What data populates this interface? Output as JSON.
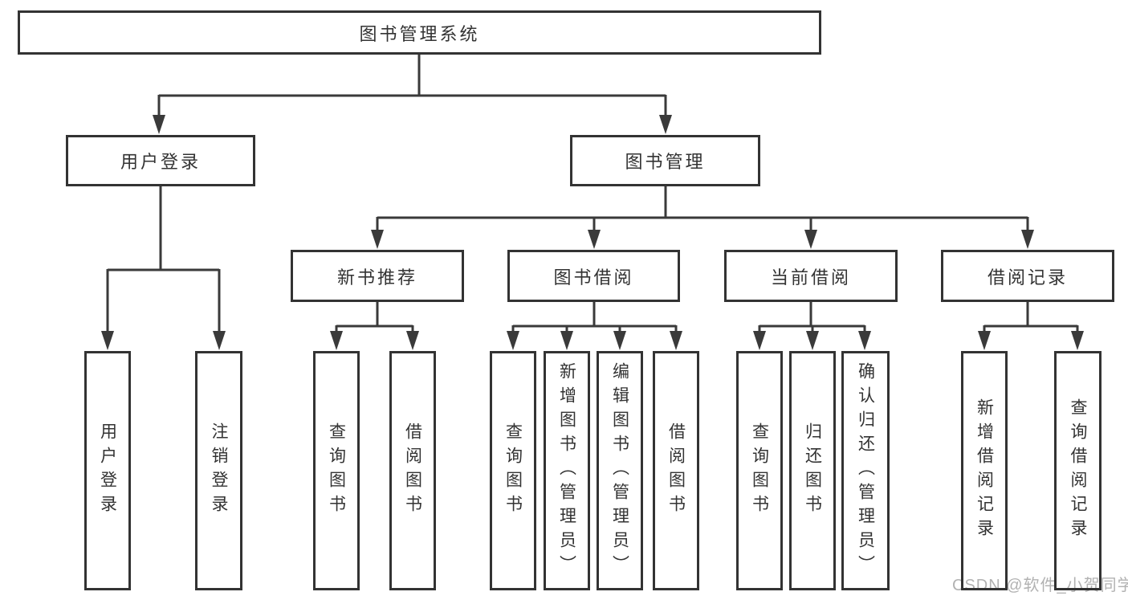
{
  "diagram": {
    "root": {
      "label": "图书管理系统"
    },
    "level1": [
      {
        "label": "用户登录"
      },
      {
        "label": "图书管理"
      }
    ],
    "level2": [
      {
        "label": "新书推荐"
      },
      {
        "label": "图书借阅"
      },
      {
        "label": "当前借阅"
      },
      {
        "label": "借阅记录"
      }
    ],
    "leaves": [
      {
        "label": "用户登录",
        "parent": "用户登录"
      },
      {
        "label": "注销登录",
        "parent": "用户登录"
      },
      {
        "label": "查询图书",
        "parent": "新书推荐"
      },
      {
        "label": "借阅图书",
        "parent": "新书推荐"
      },
      {
        "label": "查询图书",
        "parent": "图书借阅"
      },
      {
        "label": "新增图书（管理员）",
        "parent": "图书借阅"
      },
      {
        "label": "编辑图书（管理员）",
        "parent": "图书借阅"
      },
      {
        "label": "借阅图书",
        "parent": "图书借阅"
      },
      {
        "label": "查询图书",
        "parent": "当前借阅"
      },
      {
        "label": "归还图书",
        "parent": "当前借阅"
      },
      {
        "label": "确认归还（管理员）",
        "parent": "当前借阅"
      },
      {
        "label": "新增借阅记录",
        "parent": "借阅记录"
      },
      {
        "label": "查询借阅记录",
        "parent": "借阅记录"
      }
    ],
    "colors": {
      "line": "#3a3a3a",
      "box_border": "#333333",
      "text": "#333333",
      "background": "#ffffff",
      "watermark": "#b2b2b2"
    }
  },
  "watermark": {
    "text": "CSDN @软件_小贺同学"
  }
}
